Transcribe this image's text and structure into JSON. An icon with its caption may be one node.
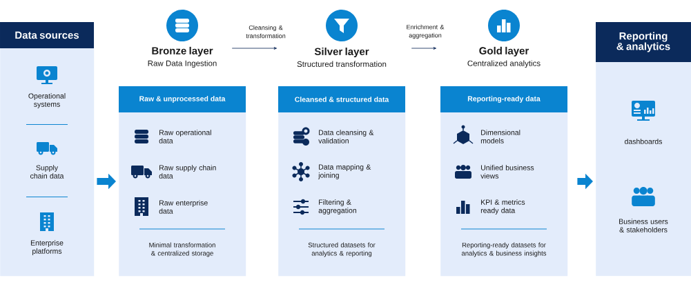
{
  "diagram": {
    "nodes": [
      {
        "text": [
          "Data sources",
          "Operational systems",
          "Supply chain data",
          "Enterprise platforms"
        ]
      },
      {
        "text": [
          "Bronze layer",
          "Raw Data Ingestion"
        ]
      },
      {
        "text": [
          "Raw & unprocessed data",
          "Raw operational data",
          "Raw supply chain data",
          "Raw enterprise data",
          "Minimal transformation & centralized storage"
        ]
      },
      {
        "text": [
          "Silver layer",
          "Structured transformation"
        ]
      },
      {
        "text": [
          "Cleansed & structured data",
          "Data cleansing & validation",
          "Data mapping & joining",
          "Filtering & aggregation",
          "Structured datasets for analytics & reporting"
        ]
      },
      {
        "text": [
          "Gold layer",
          "Centralized analytics"
        ]
      },
      {
        "text": [
          "Reporting-ready data",
          "Dimensional models",
          "Unified business views",
          "KPI & metrics ready data",
          "Reporting-ready datasets for analytics & business insights"
        ]
      },
      {
        "text": [
          "Reporting & analytics",
          "dashboards",
          "Business users & stakeholders"
        ]
      }
    ],
    "edges": [
      {
        "from": 0,
        "to": 2,
        "arrow": "to",
        "style": "thick",
        "color": "#0a84d0"
      },
      {
        "from": 1,
        "to": 3,
        "arrow": "to",
        "label": "Cleansing & transformation",
        "color": "#1f3864"
      },
      {
        "from": 3,
        "to": 5,
        "arrow": "to",
        "label": "Enrichment & aggregation",
        "color": "#1f3864"
      },
      {
        "from": 6,
        "to": 7,
        "arrow": "to",
        "style": "thick",
        "color": "#0a84d0"
      }
    ]
  }
}
